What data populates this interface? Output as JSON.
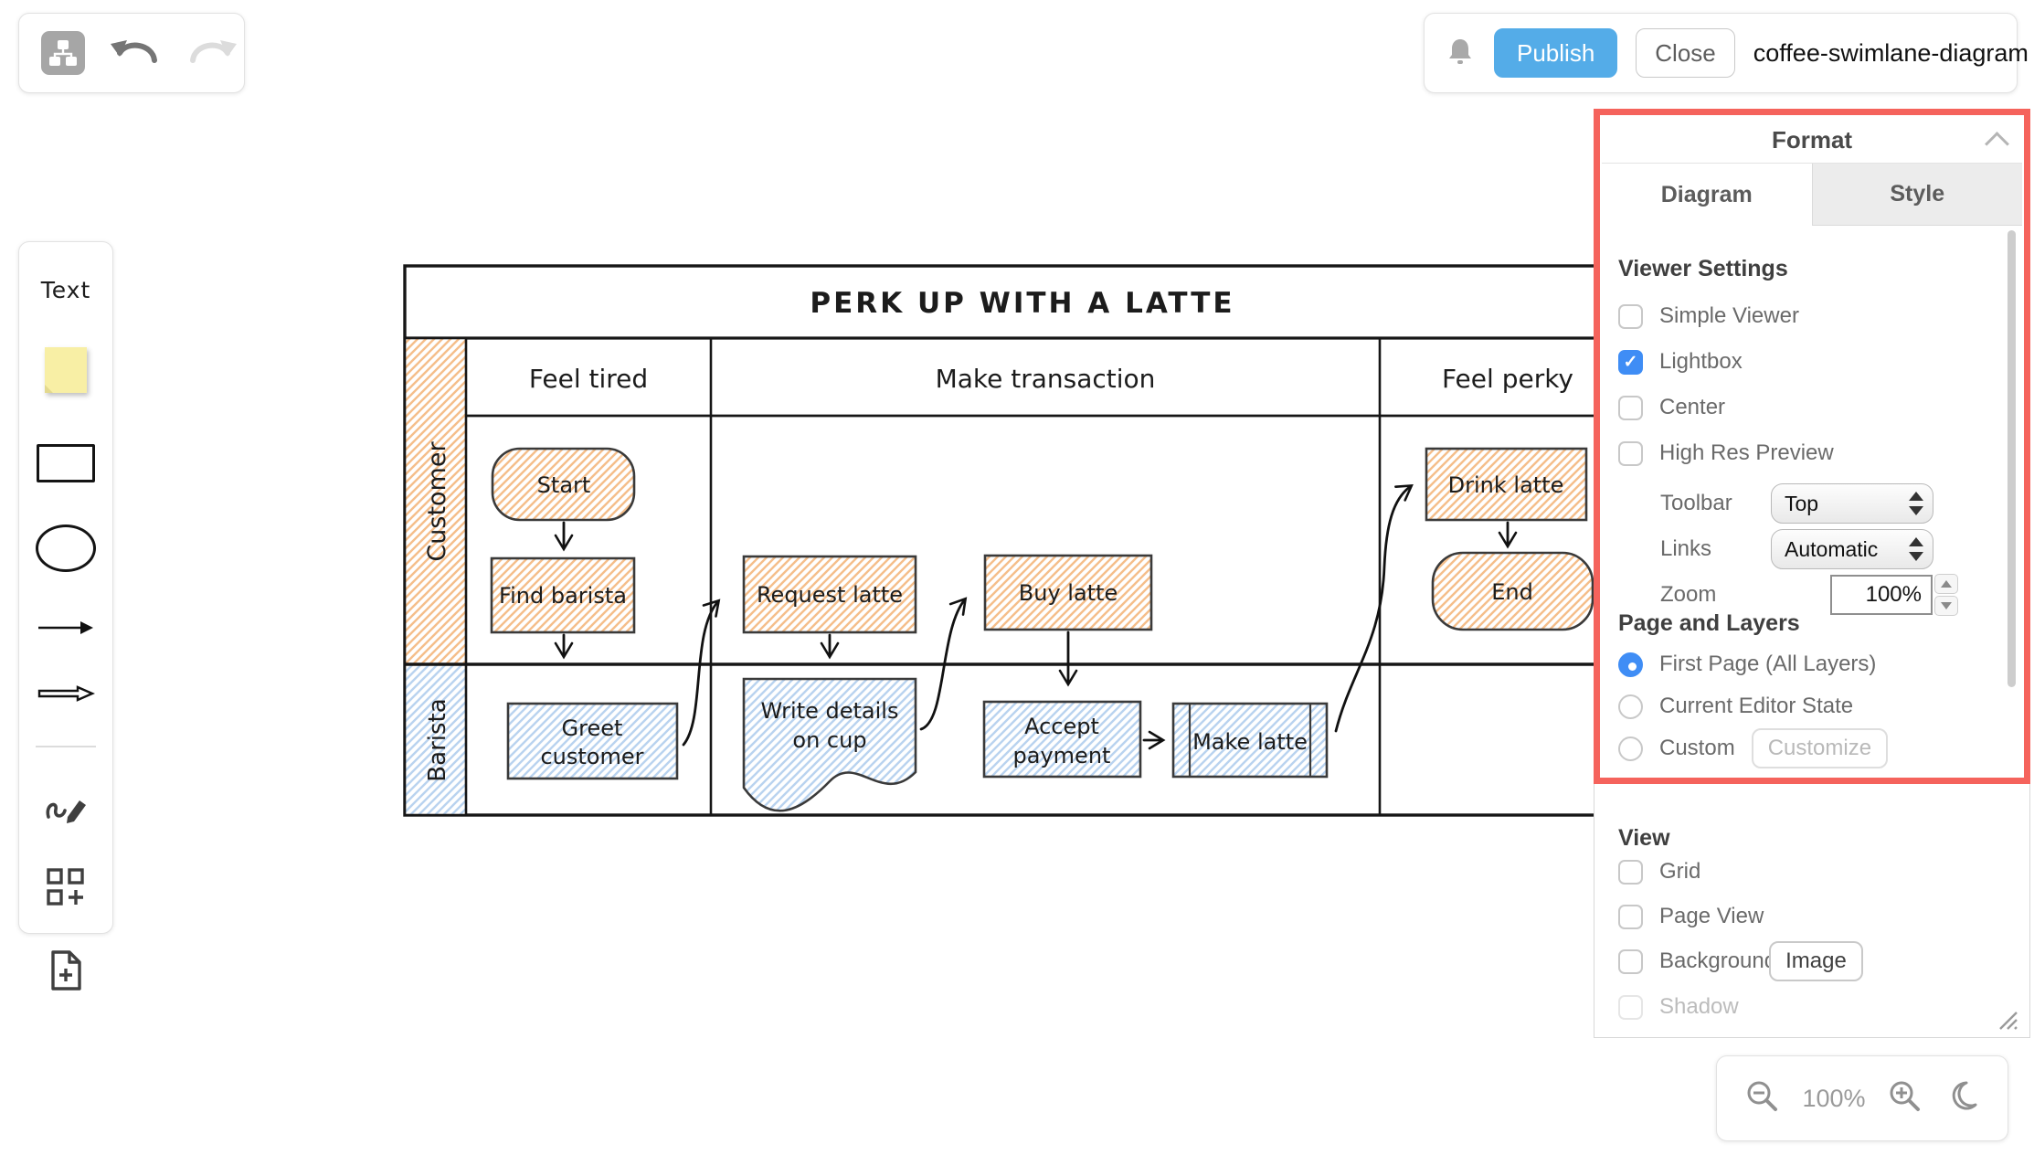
{
  "header_right": {
    "publish": "Publish",
    "close": "Close",
    "title": "coffee-swimlane-diagram"
  },
  "palette": {
    "text_label": "Text"
  },
  "canvas": {
    "title": "PERK UP WITH A LATTE",
    "phases": [
      "Feel tired",
      "Make transaction",
      "Feel perky"
    ],
    "lanes": [
      "Customer",
      "Barista"
    ],
    "nodes": {
      "start": "Start",
      "find_barista": "Find barista",
      "request_latte": "Request latte",
      "buy_latte": "Buy latte",
      "drink_latte": "Drink latte",
      "end": "End",
      "greet_line1": "Greet",
      "greet_line2": "customer",
      "write_line1": "Write details",
      "write_line2": "on cup",
      "accept_line1": "Accept",
      "accept_line2": "payment",
      "make_latte": "Make latte"
    }
  },
  "format_panel": {
    "title": "Format",
    "tabs": [
      "Diagram",
      "Style"
    ],
    "active_tab": "Diagram",
    "viewer": {
      "heading": "Viewer Settings",
      "checkboxes": [
        {
          "label": "Simple Viewer",
          "checked": false
        },
        {
          "label": "Lightbox",
          "checked": true
        },
        {
          "label": "Center",
          "checked": false
        },
        {
          "label": "High Res Preview",
          "checked": false
        }
      ],
      "toolbar_label": "Toolbar",
      "toolbar_value": "Top",
      "links_label": "Links",
      "links_value": "Automatic",
      "zoom_label": "Zoom",
      "zoom_value": "100%"
    },
    "pages": {
      "heading": "Page and Layers",
      "options": [
        {
          "label": "First Page (All Layers)",
          "selected": true
        },
        {
          "label": "Current Editor State",
          "selected": false
        },
        {
          "label": "Custom",
          "selected": false
        }
      ],
      "customize": "Customize"
    },
    "view": {
      "heading": "View",
      "checkboxes": [
        {
          "label": "Grid",
          "checked": false
        },
        {
          "label": "Page View",
          "checked": false
        },
        {
          "label": "Background",
          "checked": false
        },
        {
          "label": "Shadow",
          "checked": false,
          "disabled": true
        }
      ],
      "image": "Image"
    }
  },
  "zoom_toolbar": {
    "value": "100%"
  },
  "colors": {
    "publish_blue": "#54ace8",
    "checkbox_blue": "#3f8df5",
    "highlight_red": "#f5635c",
    "orange_hatch": "#f5be8a",
    "blue_hatch": "#b9d3ef",
    "sticky_yellow": "#f8efa5"
  }
}
